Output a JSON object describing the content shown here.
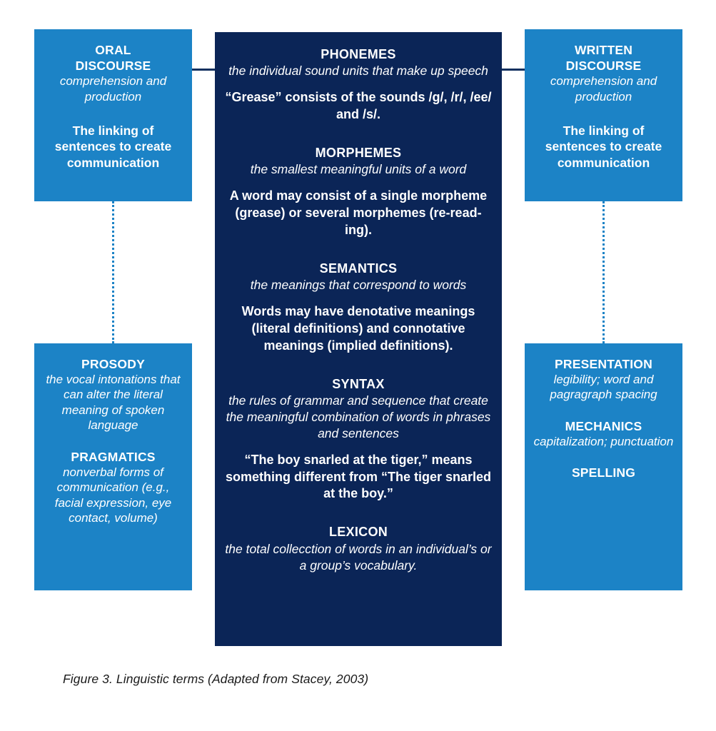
{
  "figure": {
    "caption": "Figure 3. Linguistic terms (Adapted from Stacey, 2003)"
  },
  "colors": {
    "blue": "#1C83C6",
    "navy": "#0B2557",
    "connector": "#12315F",
    "text_on_color": "#ffffff",
    "caption_text": "#1A1A1A"
  },
  "left_column": {
    "top_box": {
      "title_line_1": "ORAL",
      "title_line_2": "DISCOURSE",
      "subtitle": "comprehension and production",
      "body": "The linking of sentences to create communication"
    },
    "bottom_box": {
      "term_1": "PROSODY",
      "definition_1": "the vocal intonations that can alter the literal meaning of spoken language",
      "term_2": "PRAGMATICS",
      "definition_2": "nonverbal forms of communication (e.g., facial expression, eye contact, volume)"
    }
  },
  "right_column": {
    "top_box": {
      "title_line_1": "WRITTEN",
      "title_line_2": "DISCOURSE",
      "subtitle": "comprehension and production",
      "body": "The linking of sentences to create communication"
    },
    "bottom_box": {
      "term_1": "PRESENTATION",
      "definition_1": "legibility; word and pagragraph spacing",
      "term_2": "MECHANICS",
      "definition_2": "capitalization; punctuation",
      "term_3": "SPELLING"
    }
  },
  "center_panel": {
    "sections": [
      {
        "term": "PHONEMES",
        "definition": "the individual sound units that make up speech",
        "example": "“Grease” consists of the sounds /g/, /r/, /ee/ and /s/."
      },
      {
        "term": "MORPHEMES",
        "definition": "the smallest meaningful units of a word",
        "example": "A word may consist of a single morpheme (grease) or several morphemes (re-read-ing)."
      },
      {
        "term": "SEMANTICS",
        "definition": "the meanings that correspond to words",
        "example": "Words may have denotative meanings (literal definitions) and connotative meanings (implied definitions)."
      },
      {
        "term": "SYNTAX",
        "definition": "the rules of grammar and sequence that create the meaningful combination of words in phrases and sentences",
        "example": "“The boy snarled at the tiger,” means something different from “The tiger snarled at the boy.”"
      },
      {
        "term": "LEXICON",
        "definition": "the total collecction of words in an individual’s or a group’s vocabulary.",
        "example": ""
      }
    ]
  }
}
